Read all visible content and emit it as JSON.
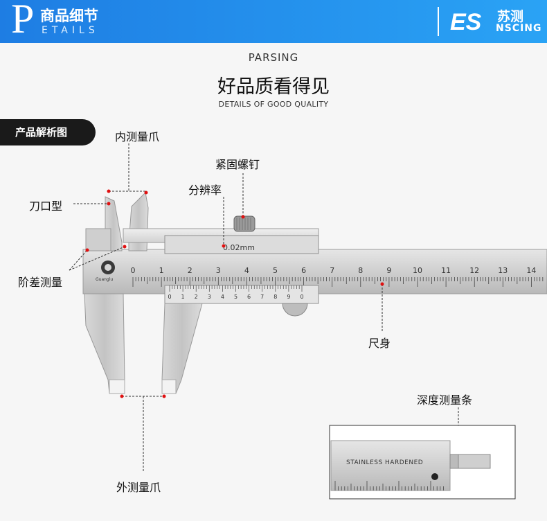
{
  "header": {
    "initial": "P",
    "title": "商品细节",
    "subtitle": "ETAILS",
    "brand_cn": "苏测",
    "brand_en": "NSCING",
    "logo": "ES"
  },
  "intro": {
    "eyebrow": "PARSING",
    "title": "好品质看得见",
    "subtitle": "DETAILS OF GOOD QUALITY"
  },
  "section_tag": "产品解析图",
  "labels": {
    "inner_jaw": "内测量爪",
    "knife_edge": "刀口型",
    "step": "阶差测量",
    "lock_screw": "紧固螺钉",
    "resolution": "分辨率",
    "main_scale": "尺身",
    "depth_bar": "深度测量条",
    "outer_jaw": "外测量爪"
  },
  "caliper": {
    "precision": "0.02mm",
    "main_scale_numbers": [
      "0",
      "1",
      "2",
      "3",
      "4",
      "5",
      "6",
      "7",
      "8",
      "9",
      "10",
      "11",
      "12",
      "13",
      "14"
    ],
    "vernier_numbers": [
      "0",
      "1",
      "2",
      "3",
      "4",
      "5",
      "6",
      "7",
      "8",
      "9",
      "0"
    ],
    "maker_mark": "Guanglu",
    "depth_inset_text": "STAINLESS  HARDENED"
  }
}
